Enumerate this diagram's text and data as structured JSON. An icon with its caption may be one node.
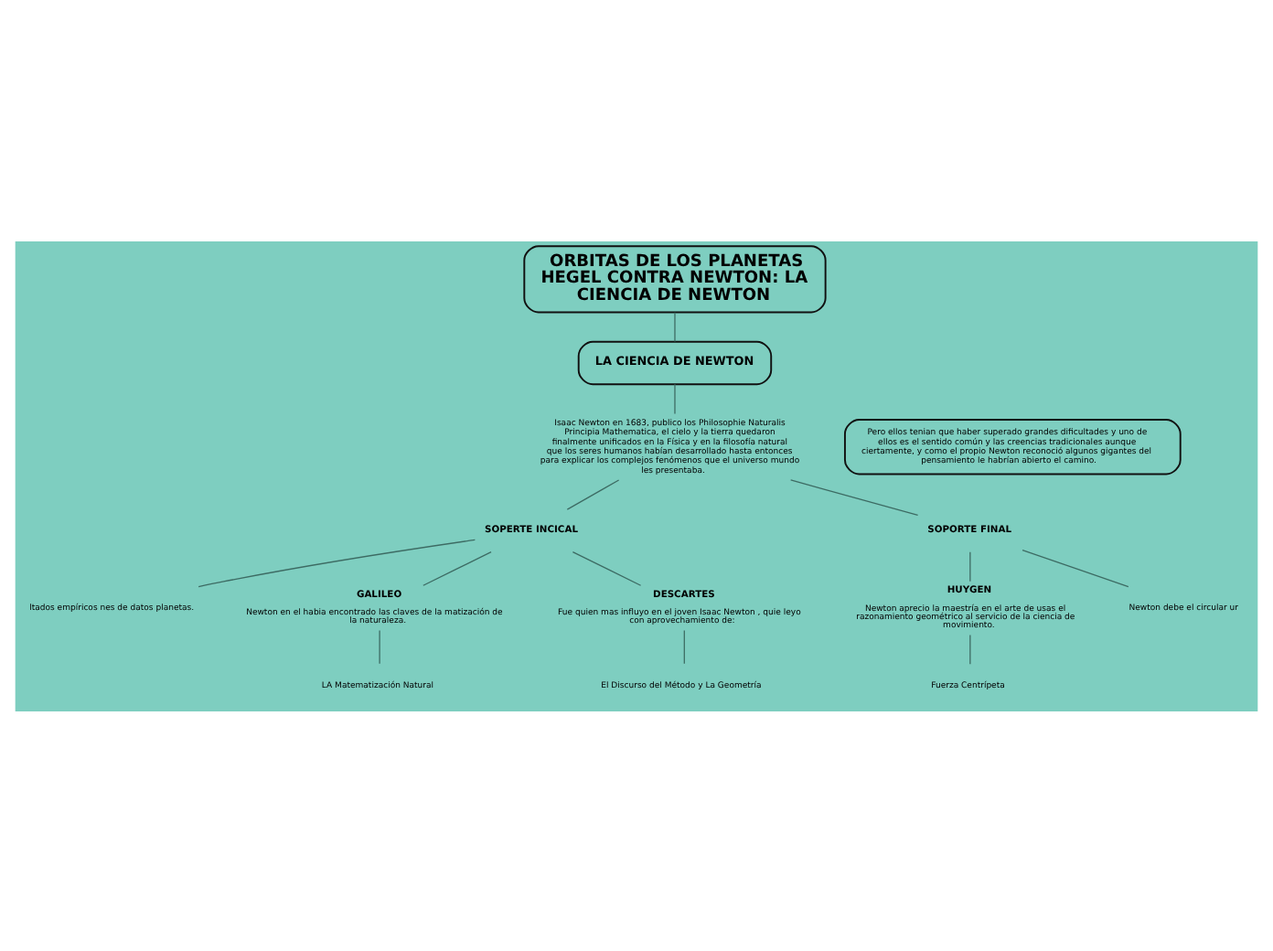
{
  "diagram": {
    "nodes": [
      {
        "text": [
          "ORBITAS DE LOS PLANETAS HEGEL CONTRA NEWTON: LA CIENCIA DE NEWTON"
        ]
      },
      {
        "text": [
          "LA CIENCIA DE NEWTON"
        ]
      },
      {
        "text": [
          "Isaac Newton en 1683, publico los Philosophie Naturalis Principia Mathematica, el cielo y la tierra quedaron finalmente unificados en la Física y en la filosofía natural que los seres humanos habían desarrollado hasta entonces  para explicar los complejos fenómenos que el universo mundo les presentaba."
        ]
      },
      {
        "text": [
          "Pero ellos tenian que haber superado grandes dificultades y uno de ellos es el sentido común y las creencias tradicionales aunque ciertamente, y como el propio Newton reconoció algunos gigantes del pensamiento le habrían abierto el camino."
        ]
      },
      {
        "text": [
          "SOPERTE INCICAL"
        ]
      },
      {
        "text": [
          "SOPORTE FINAL"
        ]
      },
      {
        "text": [
          "ltados empíricos nes de datos planetas."
        ]
      },
      {
        "text": [
          "GALILEO",
          "Newton en el habia encontrado las claves de la matización de la naturaleza."
        ]
      },
      {
        "text": [
          "DESCARTES",
          "Fue quien mas influyo en el joven Isaac Newton , quie leyo con aprovechamiento de:"
        ]
      },
      {
        "text": [
          "HUYGEN",
          "Newton aprecio la maestría en el arte de usas el razonamiento geométrico al servicio de la ciencia de movimiento."
        ]
      },
      {
        "text": [
          "Newton debe el circular ur"
        ]
      },
      {
        "text": [
          "LA Matematización Natural"
        ]
      },
      {
        "text": [
          "El Discurso del Método y La Geometría"
        ]
      },
      {
        "text": [
          "Fuerza Centrípeta"
        ]
      }
    ],
    "edges": [
      {
        "from": 0,
        "to": 1,
        "arrow": "none"
      },
      {
        "from": 1,
        "to": 2,
        "arrow": "none"
      },
      {
        "from": 2,
        "to": 4,
        "arrow": "none"
      },
      {
        "from": 2,
        "to": 5,
        "arrow": "none"
      },
      {
        "from": 4,
        "to": 6,
        "arrow": "none"
      },
      {
        "from": 4,
        "to": 7,
        "arrow": "none"
      },
      {
        "from": 4,
        "to": 8,
        "arrow": "none"
      },
      {
        "from": 5,
        "to": 9,
        "arrow": "none"
      },
      {
        "from": 5,
        "to": 10,
        "arrow": "none"
      },
      {
        "from": 7,
        "to": 11,
        "arrow": "none"
      },
      {
        "from": 8,
        "to": 12,
        "arrow": "none"
      },
      {
        "from": 9,
        "to": 13,
        "arrow": "none"
      }
    ]
  }
}
